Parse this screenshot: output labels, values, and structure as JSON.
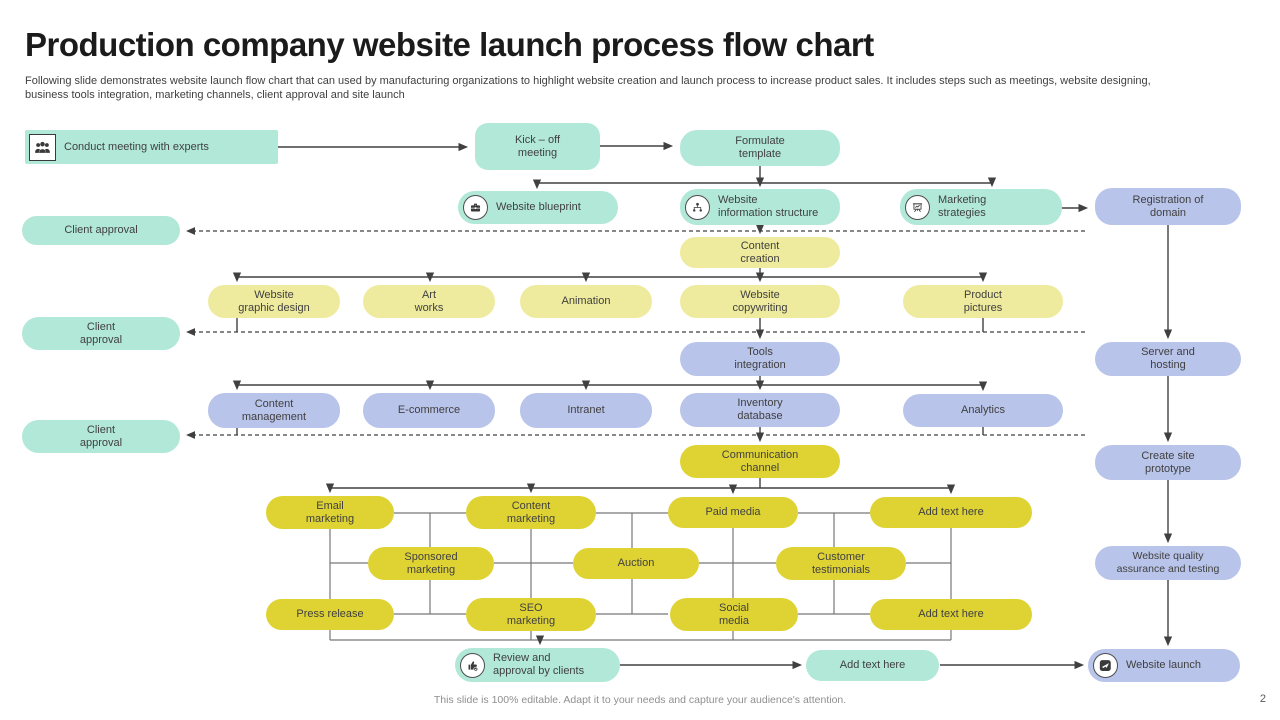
{
  "slide": {
    "title": "Production company website launch process flow chart",
    "subtitle": "Following slide demonstrates website launch flow chart that can used by manufacturing organizations to highlight website creation and launch process to increase product sales. It includes steps such as meetings, website designing,\nbusiness tools integration, marketing channels, client approval and site launch",
    "footer": "This slide is 100% editable.  Adapt it to your needs and capture your audience's attention.",
    "page_number": "2"
  },
  "colors": {
    "teal": "#b2e8d8",
    "lavender": "#b9c4ea",
    "pale_yellow": "#efeb9e",
    "bright_yellow": "#dfd334",
    "line": "#404040",
    "grid_line": "#777777"
  },
  "icons": {
    "conduct_meeting": "people-group-icon",
    "website_blueprint": "briefcase-icon",
    "website_info_structure": "sitemap-icon",
    "marketing_strategies": "presentation-board-icon",
    "review_approval": "thumbs-up-icon",
    "website_launch": "rocket-launch-icon"
  },
  "nodes": {
    "conduct_meeting": "Conduct meeting with experts",
    "kick_off": "Kick – off\nmeeting",
    "formulate_template": "Formulate\ntemplate",
    "website_blueprint": "Website blueprint",
    "website_info_structure": "Website\ninformation structure",
    "marketing_strategies": "Marketing\nstrategies",
    "registration_domain": "Registration of\ndomain",
    "client_approval_1": "Client approval",
    "content_creation": "Content\ncreation",
    "website_graphic_design": "Website\ngraphic design",
    "art_works": "Art\nworks",
    "animation": "Animation",
    "website_copywriting": "Website\ncopywriting",
    "product_pictures": "Product\npictures",
    "client_approval_2": "Client\napproval",
    "tools_integration": "Tools\nintegration",
    "server_hosting": "Server and\nhosting",
    "content_management": "Content\nmanagement",
    "e_commerce": "E-commerce",
    "intranet": "Intranet",
    "inventory_database": "Inventory\ndatabase",
    "analytics": "Analytics",
    "client_approval_3": "Client\napproval",
    "communication_channel": "Communication\nchannel",
    "create_site_prototype": "Create site\nprototype",
    "email_marketing": "Email\nmarketing",
    "content_marketing": "Content\nmarketing",
    "paid_media": "Paid media",
    "add_text_1": "Add text here",
    "sponsored_marketing": "Sponsored\nmarketing",
    "auction": "Auction",
    "customer_testimonials": "Customer\ntestimonials",
    "press_release": "Press release",
    "seo_marketing": "SEO\nmarketing",
    "social_media": "Social\nmedia",
    "add_text_2": "Add text here",
    "website_quality": "Website quality\nassurance and testing",
    "review_approval": "Review and\napproval by clients",
    "add_text_3": "Add text here",
    "website_launch": "Website launch"
  }
}
